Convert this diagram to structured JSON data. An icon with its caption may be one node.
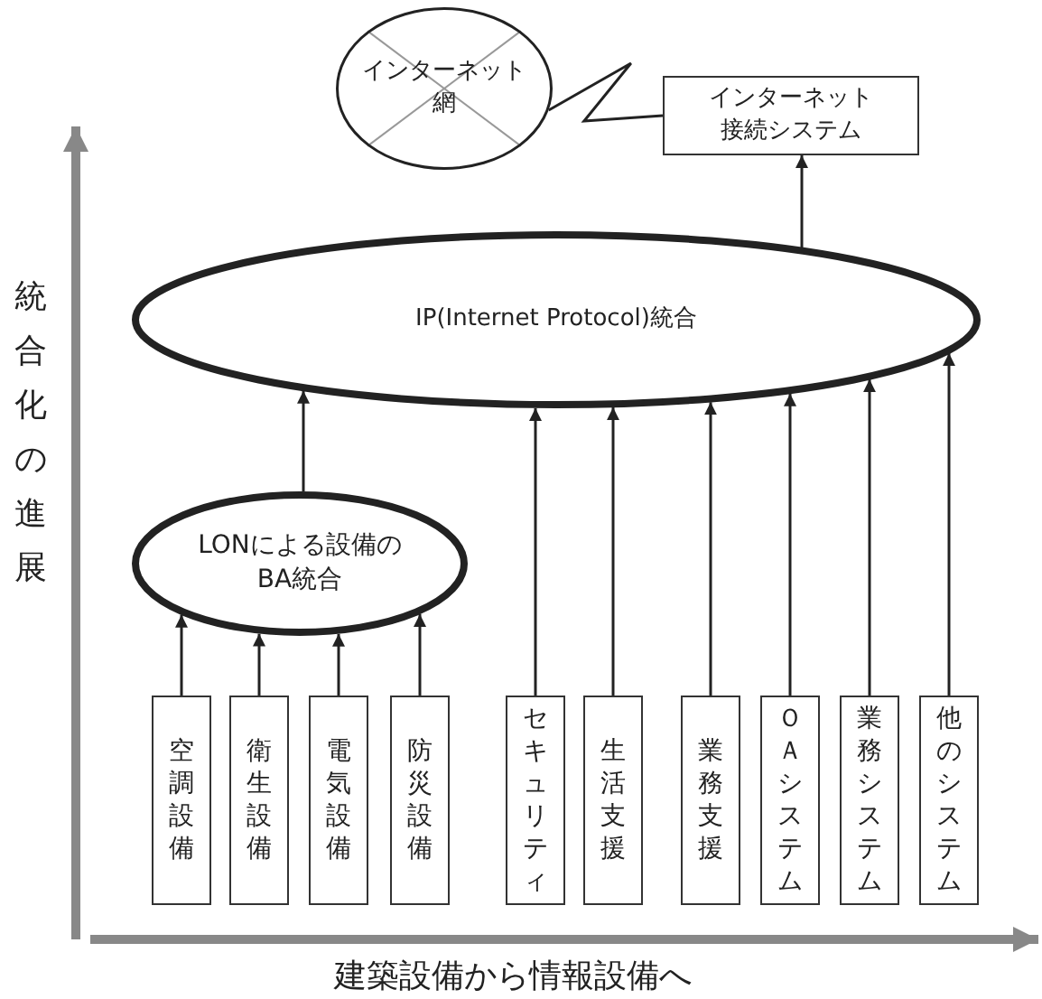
{
  "diagram": {
    "nodes": [
      {
        "text": [
          "インターネット網"
        ]
      },
      {
        "text": [
          "インターネット接続システム"
        ]
      },
      {
        "text": [
          "IP(Internet Protocol)統合"
        ]
      },
      {
        "text": [
          "LONによる設備のBA統合"
        ]
      },
      {
        "text": [
          "空調設備"
        ]
      },
      {
        "text": [
          "衛生設備"
        ]
      },
      {
        "text": [
          "電気設備"
        ]
      },
      {
        "text": [
          "防災設備"
        ]
      },
      {
        "text": [
          "セキュリティ"
        ]
      },
      {
        "text": [
          "生活支援"
        ]
      },
      {
        "text": [
          "業務支援"
        ]
      },
      {
        "text": [
          "ＯＡシステム"
        ]
      },
      {
        "text": [
          "業務システム"
        ]
      },
      {
        "text": [
          "他のシステム"
        ]
      }
    ],
    "edges": [
      {
        "from": 0,
        "to": 1,
        "arrow": "none"
      },
      {
        "from": 2,
        "to": 1,
        "arrow": "to"
      },
      {
        "from": 3,
        "to": 2,
        "arrow": "to"
      },
      {
        "from": 4,
        "to": 3,
        "arrow": "to"
      },
      {
        "from": 5,
        "to": 3,
        "arrow": "to"
      },
      {
        "from": 6,
        "to": 3,
        "arrow": "to"
      },
      {
        "from": 7,
        "to": 3,
        "arrow": "to"
      },
      {
        "from": 8,
        "to": 2,
        "arrow": "to"
      },
      {
        "from": 9,
        "to": 2,
        "arrow": "to"
      },
      {
        "from": 10,
        "to": 2,
        "arrow": "to"
      },
      {
        "from": 11,
        "to": 2,
        "arrow": "to"
      },
      {
        "from": 12,
        "to": 2,
        "arrow": "to"
      },
      {
        "from": 13,
        "to": 2,
        "arrow": "to"
      }
    ],
    "labels": [
      "統合化の進展",
      "建築設備から情報設備へ"
    ]
  }
}
